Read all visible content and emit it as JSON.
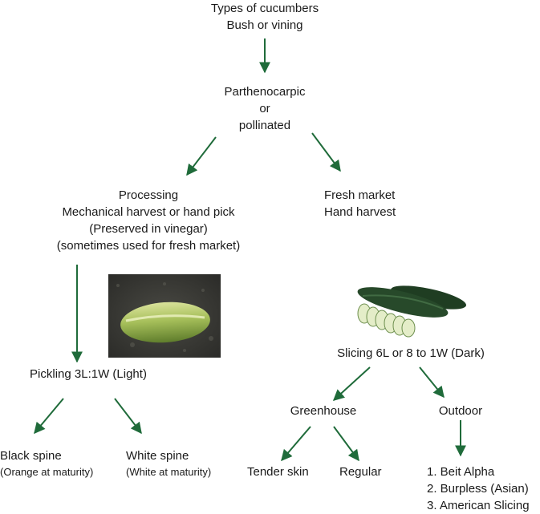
{
  "diagram": {
    "root": {
      "line1": "Types of cucumbers",
      "line2": "Bush or vining"
    },
    "pollination": {
      "line1": "Parthenocarpic",
      "line2": "or",
      "line3": "pollinated"
    },
    "processing": {
      "line1": "Processing",
      "line2": "Mechanical harvest or hand pick",
      "line3": "(Preserved in vinegar)",
      "line4": "(sometimes used for fresh market)"
    },
    "fresh_market": {
      "line1": "Fresh market",
      "line2": "Hand harvest"
    },
    "pickling": {
      "label": "Pickling 3L:1W (Light)"
    },
    "slicing": {
      "label": "Slicing 6L or 8 to 1W (Dark)"
    },
    "black_spine": {
      "label": "Black spine",
      "note": "(Orange at maturity)"
    },
    "white_spine": {
      "label": "White spine",
      "note": "(White at maturity)"
    },
    "greenhouse": {
      "label": "Greenhouse"
    },
    "outdoor": {
      "label": "Outdoor"
    },
    "tender_skin": {
      "label": "Tender skin"
    },
    "regular": {
      "label": "Regular"
    },
    "outdoor_list": [
      "1. Beit Alpha",
      "2. Burpless (Asian)",
      "3. American Slicing"
    ]
  },
  "colors": {
    "arrow": "#1f6b3a",
    "text": "#1a1a1a"
  }
}
